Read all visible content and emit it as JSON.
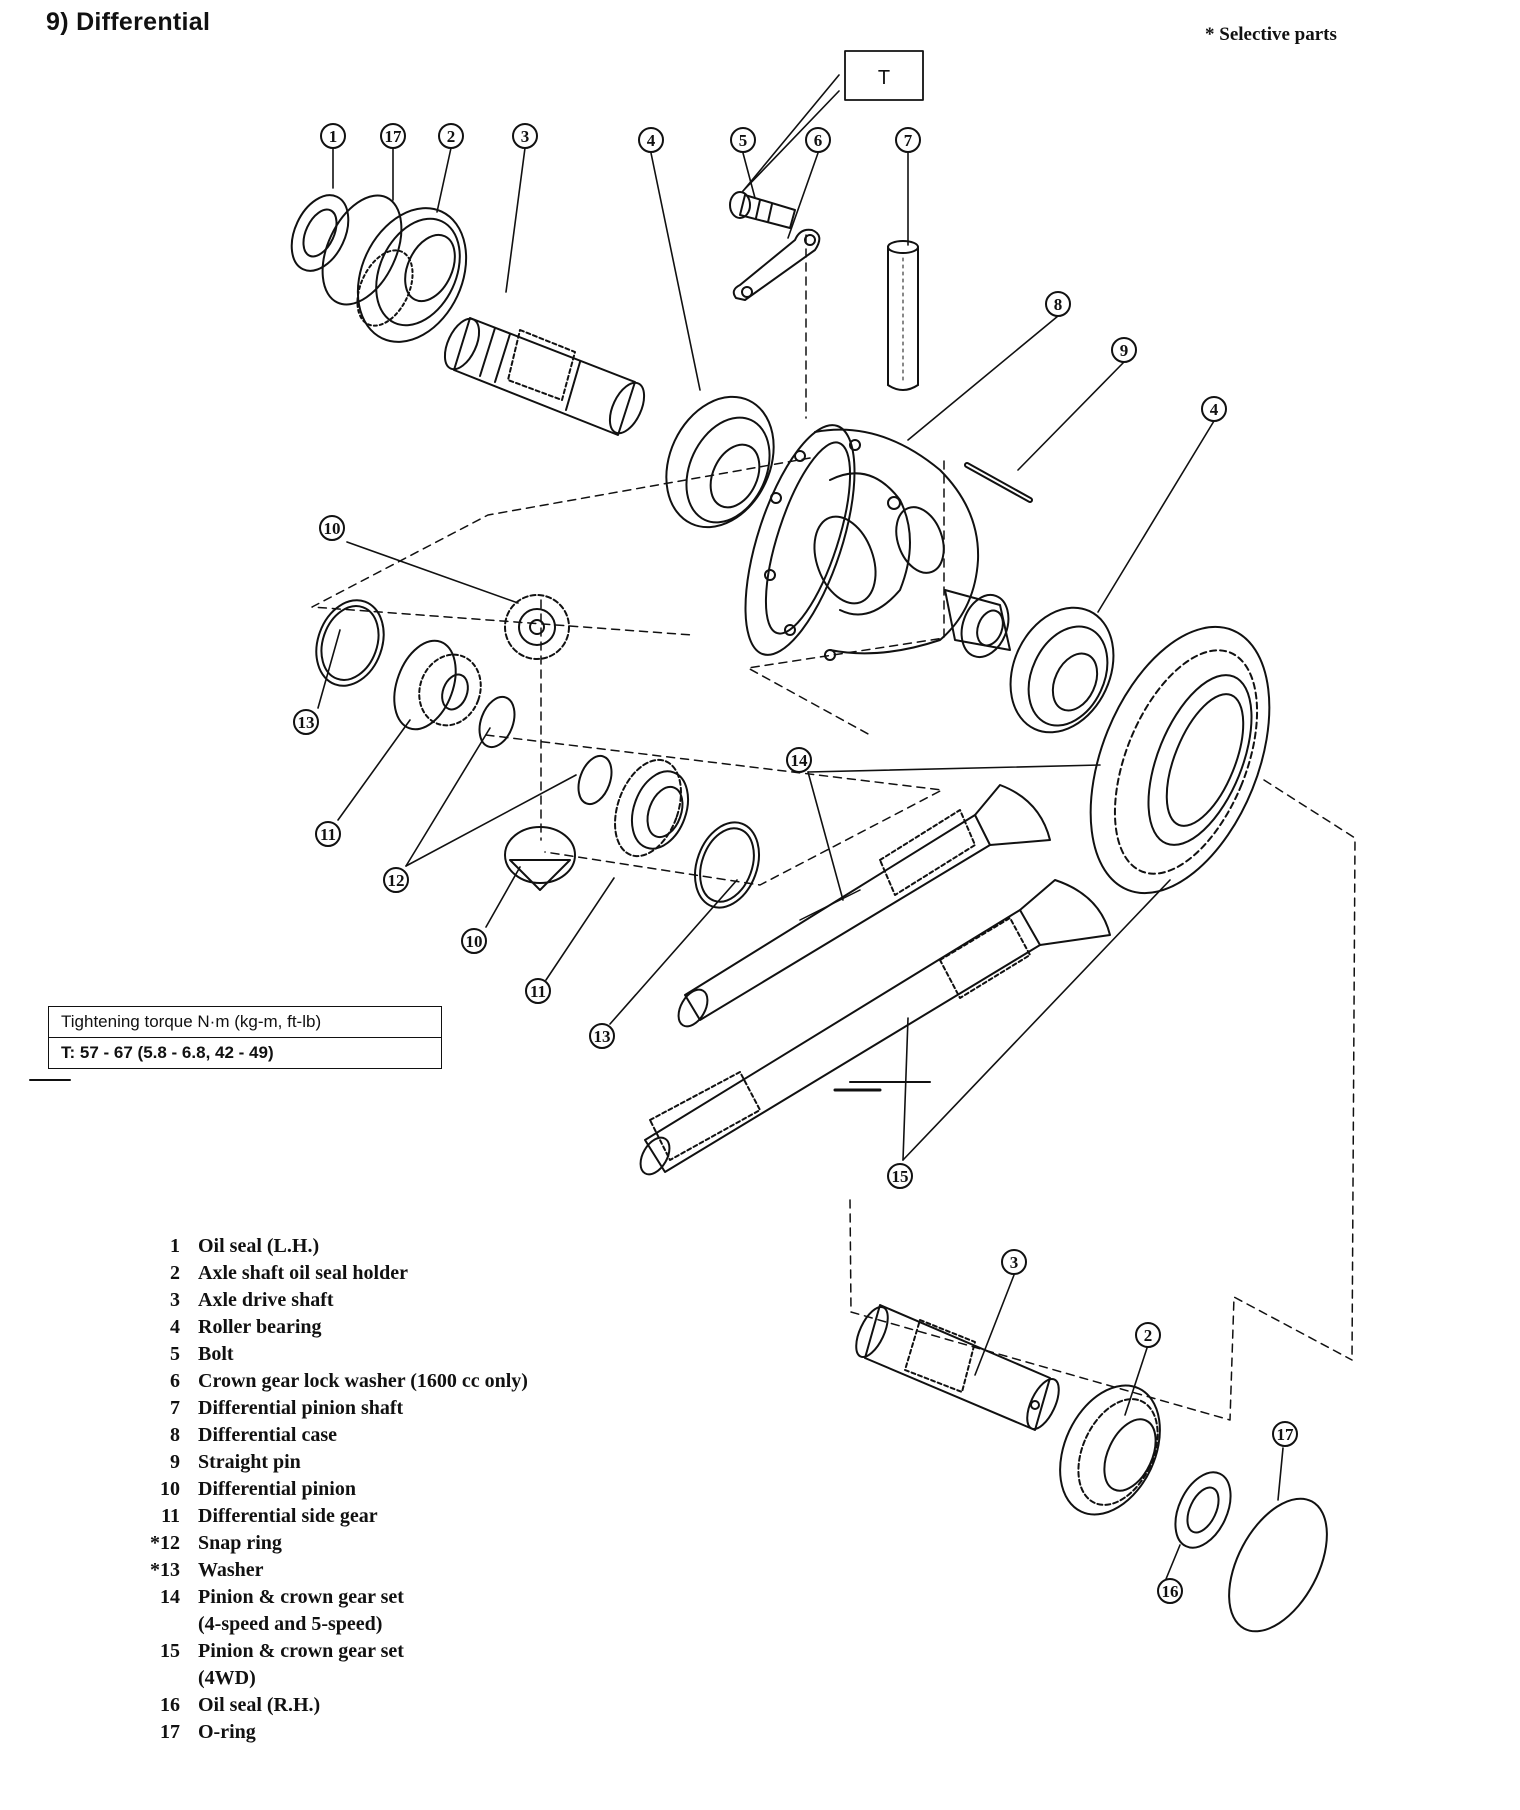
{
  "page": {
    "title": "9)  Differential",
    "note": "* Selective parts"
  },
  "torque_table": {
    "header": "Tightening torque  N·m (kg-m, ft-lb)",
    "value": "T:  57 - 67 (5.8 - 6.8, 42 - 49)"
  },
  "diagram": {
    "torque_tag": "T",
    "callouts": {
      "c1": "1",
      "c17a": "17",
      "c2a": "2",
      "c3a": "3",
      "c4a": "4",
      "c5": "5",
      "c6": "6",
      "c7": "7",
      "c8": "8",
      "c9": "9",
      "c4b": "4",
      "c10a": "10",
      "c13a": "13",
      "c11a": "11",
      "c14": "14",
      "c12": "12",
      "c10b": "10",
      "c11b": "11",
      "c13b": "13",
      "c15": "15",
      "c3b": "3",
      "c2b": "2",
      "c17b": "17",
      "c16": "16"
    }
  },
  "legend": [
    {
      "num": "1",
      "text": "Oil seal (L.H.)"
    },
    {
      "num": "2",
      "text": "Axle shaft oil seal holder"
    },
    {
      "num": "3",
      "text": "Axle drive shaft"
    },
    {
      "num": "4",
      "text": "Roller bearing"
    },
    {
      "num": "5",
      "text": "Bolt"
    },
    {
      "num": "6",
      "text": "Crown gear lock washer (1600 cc only)"
    },
    {
      "num": "7",
      "text": "Differential pinion shaft"
    },
    {
      "num": "8",
      "text": "Differential case"
    },
    {
      "num": "9",
      "text": "Straight pin"
    },
    {
      "num": "10",
      "text": "Differential pinion"
    },
    {
      "num": "11",
      "text": "Differential side gear"
    },
    {
      "num": "*12",
      "text": "Snap ring"
    },
    {
      "num": "*13",
      "text": "Washer"
    },
    {
      "num": "14",
      "text": "Pinion & crown gear set"
    },
    {
      "num": "",
      "text": "(4-speed and 5-speed)"
    },
    {
      "num": "15",
      "text": "Pinion & crown gear set"
    },
    {
      "num": "",
      "text": "(4WD)"
    },
    {
      "num": "16",
      "text": "Oil seal (R.H.)"
    },
    {
      "num": "17",
      "text": "O-ring"
    }
  ]
}
